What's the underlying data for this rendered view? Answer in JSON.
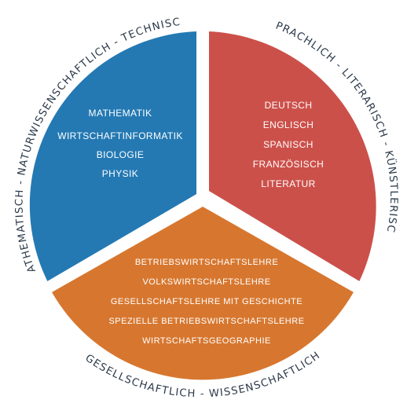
{
  "colors": {
    "blue": "#2479b3",
    "red": "#cc504a",
    "orange": "#d7772f",
    "text_dark": "#2c3a4a",
    "text_light": "#ffffff",
    "background": "#ffffff"
  },
  "sectors": {
    "left": {
      "label": "MATHEMATISCH - NATURWISSENSCHAFTLICH - TECHNISCH",
      "items": [
        "MATHEMATIK",
        "WIRTSCHAFTINFORMATIK",
        "BIOLOGIE",
        "PHYSIK"
      ]
    },
    "right": {
      "label": "SPRACHLICH - LITERARISCH - KÜNSTLERISCH",
      "items": [
        "DEUTSCH",
        "ENGLISCH",
        "SPANISCH",
        "FRANZÖSISCH",
        "LITERATUR"
      ]
    },
    "bottom": {
      "label": "GESELLSCHAFTLICH - WISSENSCHAFTLICH",
      "items": [
        "BETRIEBSWIRTSCHAFTSLEHRE",
        "VOLKSWIRTSCHAFTSLEHRE",
        "GESELLSCHAFTSLEHRE MIT GESCHICHTE",
        "SPEZIELLE BETRIEBSWIRTSCHAFTSLEHRE",
        "WIRTSCHAFTSGEOGRAPHIE"
      ]
    }
  }
}
